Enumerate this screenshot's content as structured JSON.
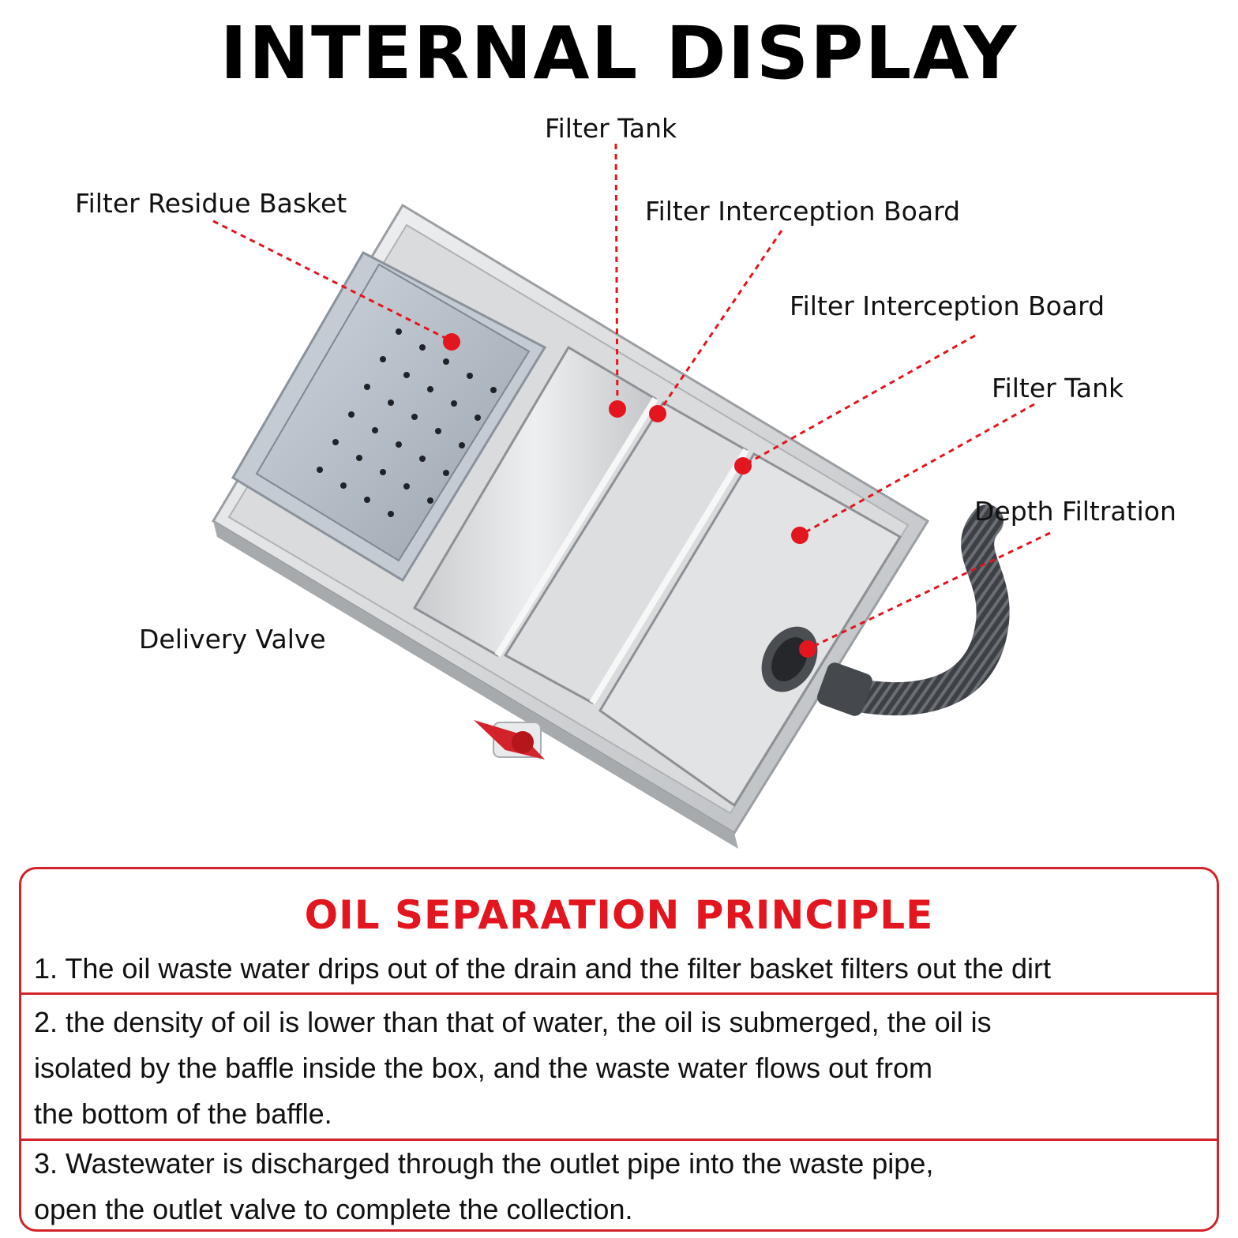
{
  "title": "INTERNAL DISPLAY",
  "labels": {
    "filter_tank_top": "Filter Tank",
    "filter_residue_basket": "Filter Residue Basket",
    "filter_interception_board_1": "Filter Interception Board",
    "filter_interception_board_2": "Filter Interception Board",
    "filter_tank_right": "Filter Tank",
    "depth_filtration": "Depth Filtration",
    "delivery_valve": "Delivery Valve"
  },
  "colors": {
    "accent_red": "#e3151e",
    "border_red": "#d3222a",
    "steel_light": "#e6e7e9",
    "steel_dark": "#8e9194",
    "hose": "#3b3e42"
  },
  "principle": {
    "title": "OIL SEPARATION PRINCIPLE",
    "steps": [
      {
        "line1": "1. The oil waste water drips out of the drain and the filter basket filters out the dirt"
      },
      {
        "line1": "2. the density of oil is lower than that of water, the oil is submerged, the oil is",
        "line2": "isolated by the baffle inside the box, and the waste water flows out from",
        "line3": "the bottom of the baffle."
      },
      {
        "line1": "3. Wastewater is discharged through the outlet pipe into the waste pipe,",
        "line2": "open the outlet valve to complete the collection."
      }
    ]
  }
}
